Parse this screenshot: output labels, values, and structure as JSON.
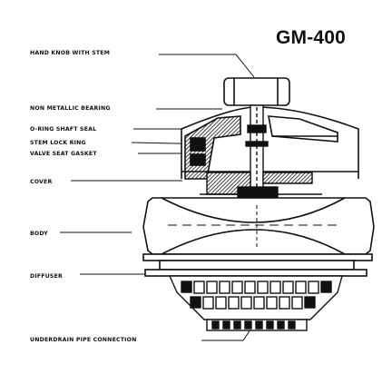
{
  "diagram": {
    "model": "GM-400",
    "callouts": [
      "HAND KNOB WITH STEM",
      "NON METALLIC BEARING",
      "O-RING SHAFT SEAL",
      "STEM LOCK RING",
      "VALVE SEAT GASKET",
      "COVER",
      "BODY",
      "DIFFUSER",
      "UNDERDRAIN PIPE CONNECTION"
    ]
  }
}
